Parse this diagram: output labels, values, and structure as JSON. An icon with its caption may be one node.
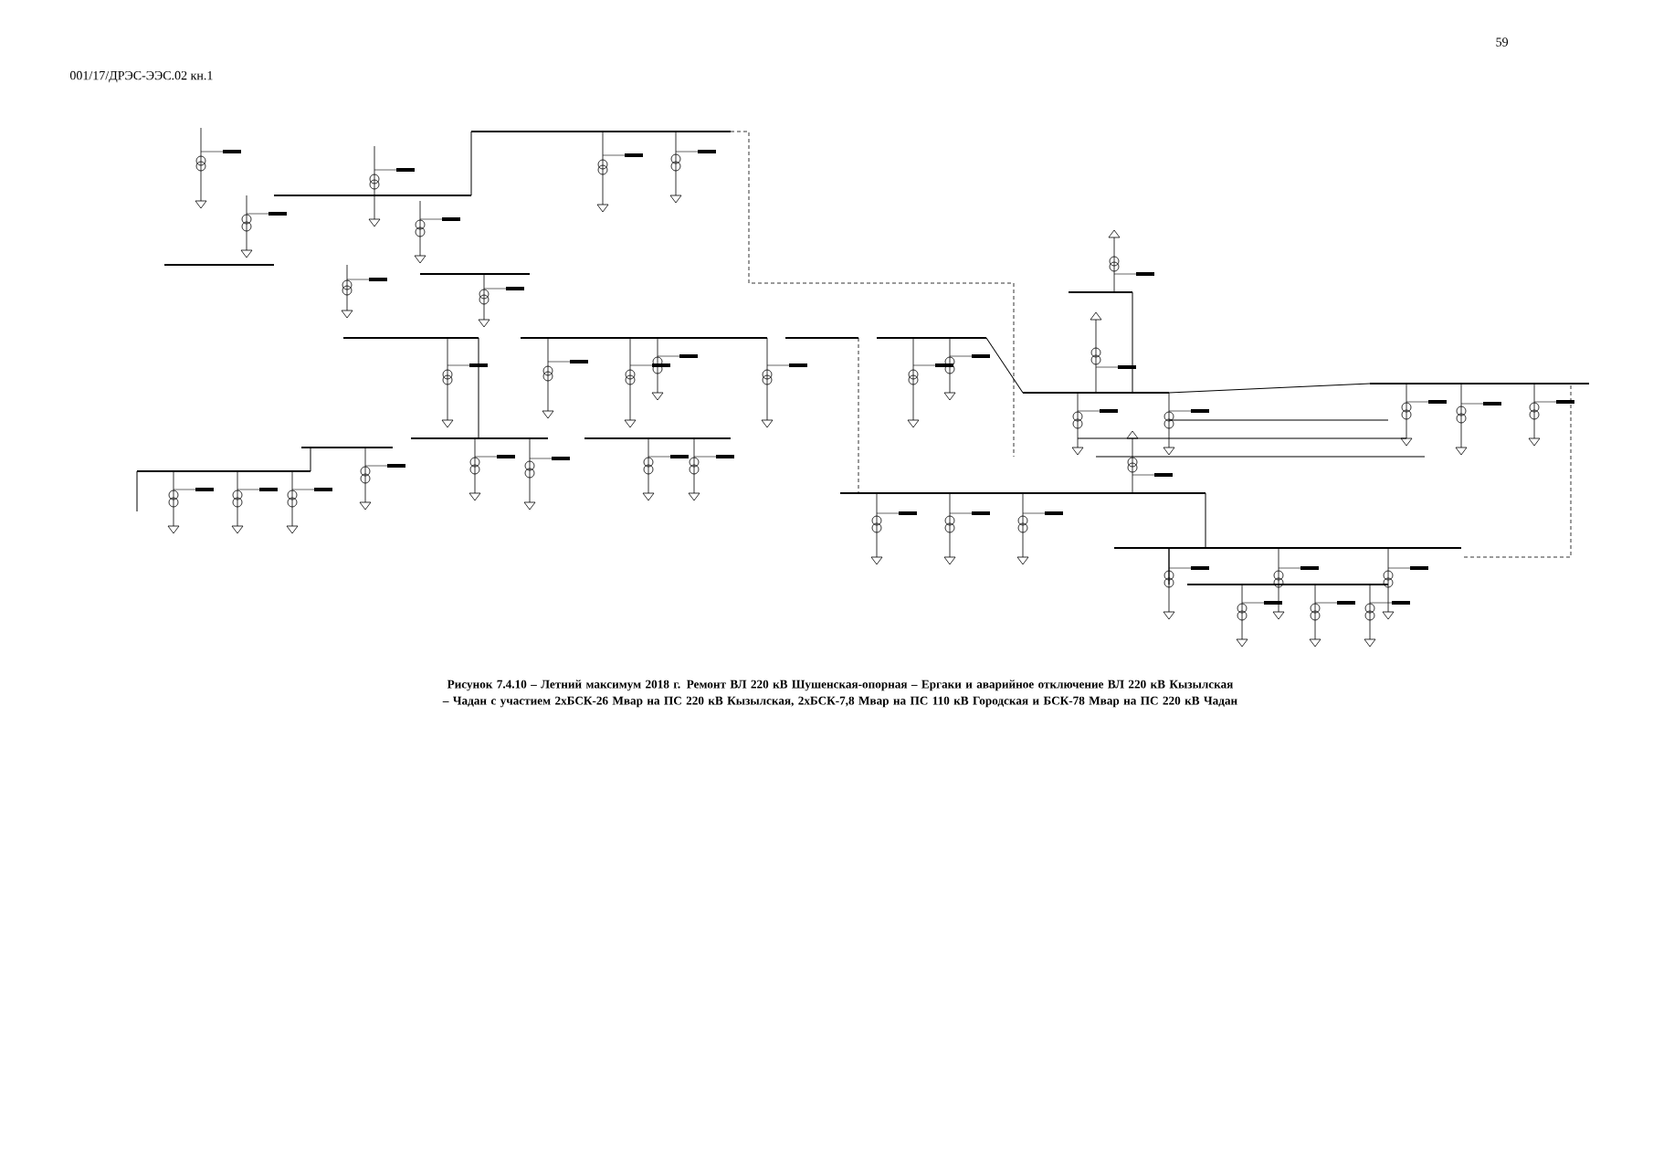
{
  "diagram": {
    "caption": "Рисунок 7.4.10 – Летний максимум 2018 г. Ремонт ВЛ 220 кВ Шушенская-опорная – Ергаки и аварийное отключение ВЛ 220 кВ Кызылская – Чадан с участием 2хБСК-26 Мвар на ПС 220 кВ Кызылская, 2хБСК-7,8 Мвар на ПС 110 кВ Городская и БСК-78 Мвар на ПС 220 кВ Чадан",
    "labels": [
      "001/17/ДРЭС-ЭЭС.02  кн.1",
      "59"
    ]
  }
}
